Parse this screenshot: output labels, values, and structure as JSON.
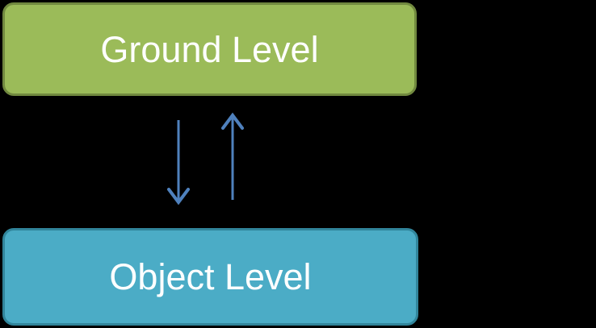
{
  "diagram": {
    "background_color": "#000000",
    "nodes": [
      {
        "id": "ground-level",
        "label": "Ground Level",
        "fill": "#9bbb59",
        "border": "#71893f",
        "text_color": "#ffffff"
      },
      {
        "id": "object-level",
        "label": "Object Level",
        "fill": "#4bacc6",
        "border": "#31859b",
        "text_color": "#ffffff"
      }
    ],
    "arrows": [
      {
        "id": "down-arrow",
        "direction": "down",
        "from": "Ground Level",
        "to": "Object Level",
        "color": "#4f81bd"
      },
      {
        "id": "up-arrow",
        "direction": "up",
        "from": "Object Level",
        "to": "Ground Level",
        "color": "#4f81bd"
      }
    ]
  }
}
